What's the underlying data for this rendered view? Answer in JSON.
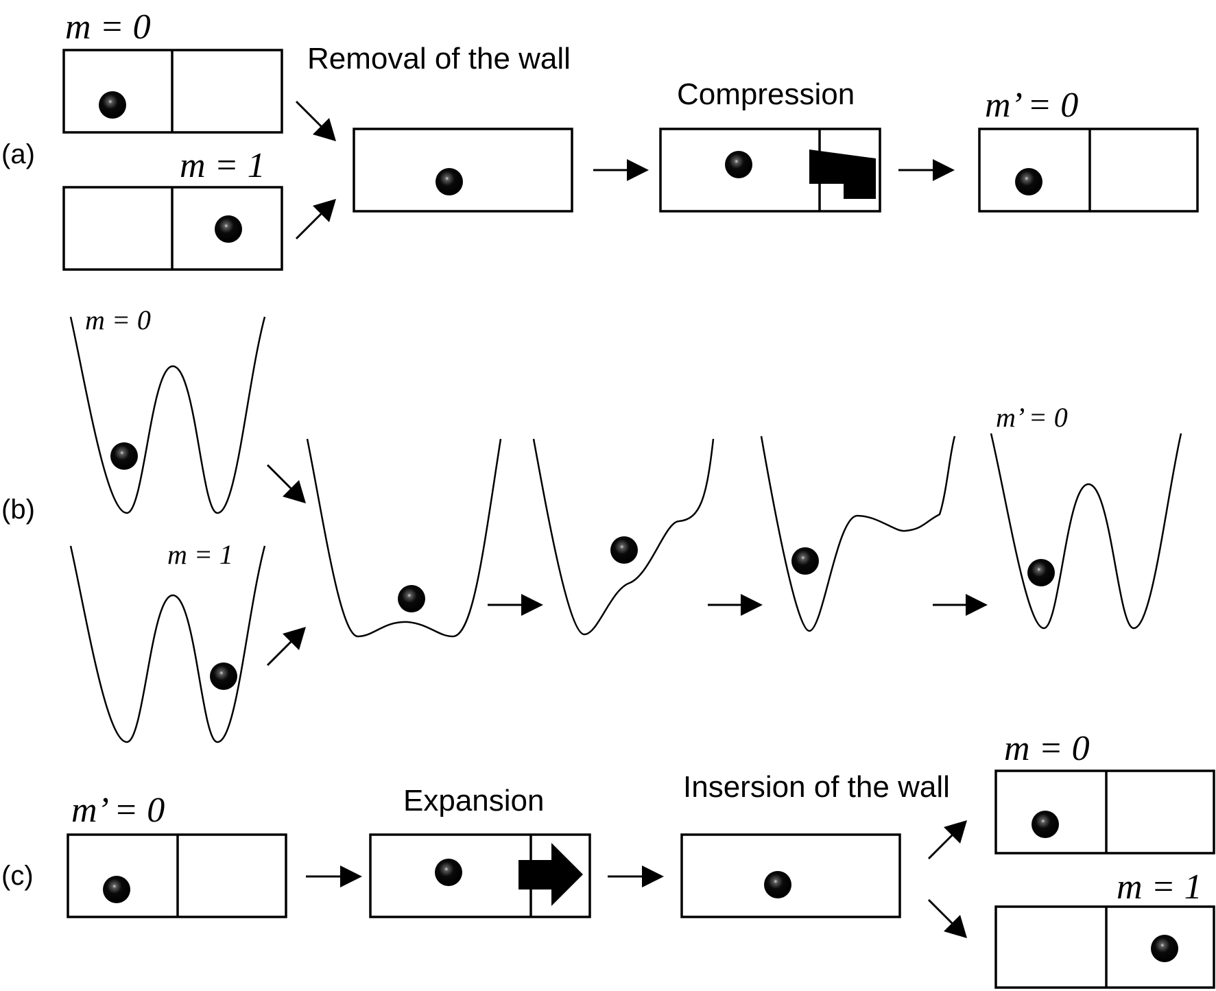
{
  "panels": {
    "a": {
      "label": "(a)",
      "state_m0": "m = 0",
      "state_m1": "m = 1",
      "step_removal": "Removal of the wall",
      "step_compression": "Compression",
      "result": "m’ = 0"
    },
    "b": {
      "label": "(b)",
      "state_m0": "m = 0",
      "state_m1": "m = 1",
      "result": "m’ = 0"
    },
    "c": {
      "label": "(c)",
      "start": "m’ = 0",
      "step_expansion": "Expansion",
      "step_insertion": "Insersion of the wall",
      "out_m0": "m = 0",
      "out_m1": "m = 1"
    }
  },
  "colors": {
    "stroke": "#000000",
    "ball": "#000000",
    "background": "#ffffff"
  },
  "icons": [
    "ball-icon",
    "push-arrow-icon",
    "flow-arrow-icon"
  ]
}
